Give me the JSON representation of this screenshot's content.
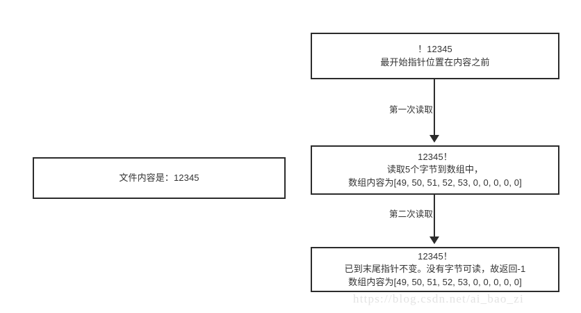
{
  "diagram": {
    "title": "file-read-pointer-flow",
    "background_color": "#ffffff",
    "stroke_color": "#2b2b2b",
    "text_color": "#333333"
  },
  "file_node": {
    "line1": "文件内容是：12345"
  },
  "start_node": {
    "line1": "！12345",
    "line2": "最开始指针位置在内容之前"
  },
  "first_read_node": {
    "line1": "12345！",
    "line2": "读取5个字节到数组中，",
    "line3": "数组内容为[49, 50, 51, 52, 53, 0, 0, 0, 0, 0]"
  },
  "second_read_node": {
    "line1": "12345！",
    "line2": "已到末尾指针不变。没有字节可读，故返回-1",
    "line3": "数组内容为[49, 50, 51, 52, 53, 0, 0, 0, 0, 0]"
  },
  "edges": {
    "first": "第一次读取",
    "second": "第二次读取"
  },
  "watermark": {
    "text": "https://blog.csdn.net/ai_bao_zi",
    "color": "#e3e3e3"
  }
}
